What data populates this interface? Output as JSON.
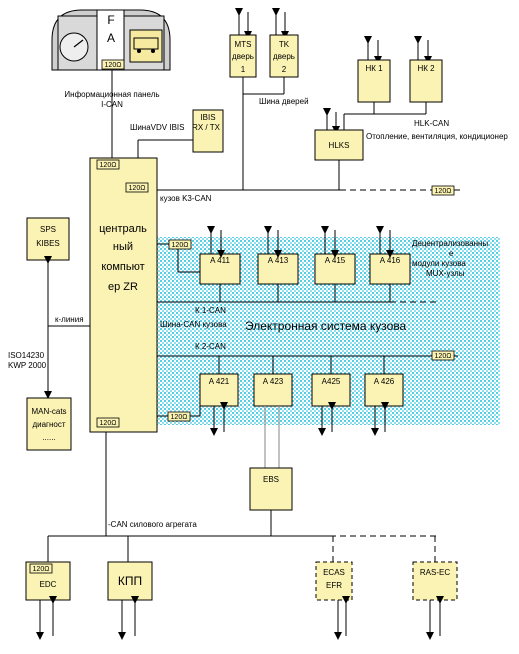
{
  "dashboard": {
    "letters": [
      "F",
      "A"
    ],
    "resistor": "120Ω",
    "label_line1": "Информационная панель",
    "label_line2": "I-CAN"
  },
  "top_units": {
    "mts": {
      "line1": "MTS",
      "line2": "дверь",
      "line3": "1"
    },
    "tk": {
      "line1": "TK",
      "line2": "дверь",
      "line3": "2"
    },
    "door_bus": "Шина дверей",
    "nk1": "НК 1",
    "nk2": "НК 2",
    "hlk_can": "HLK-CAN",
    "hlks": "HLKS",
    "heating": "Отопление, вентиляция, кондиционер"
  },
  "ibis": {
    "line1": "IBIS",
    "line2": "RX / TX",
    "bus_label": "ШинаVDV IBIS"
  },
  "central": {
    "line1": "централь",
    "line2": "ный",
    "line3": "компьют",
    "line4": "ер ZR",
    "resistor": "120Ω"
  },
  "k3_can": "кузов K3-CAN",
  "sps": {
    "line1": "SPS",
    "line2": "KIBES"
  },
  "k_line": "к-линия",
  "iso": {
    "line1": "ISO14230",
    "line2": "KWP 2000"
  },
  "man_cats": {
    "line1": "MAN-cats",
    "line2": "диагност",
    "line3": "......"
  },
  "decentral": {
    "line1": "Децентрализованны",
    "line2": "е",
    "line3": "модули кузова",
    "line4": "MUX-узлы"
  },
  "modules_top": [
    "A 411",
    "A 413",
    "A 415",
    "A 416"
  ],
  "modules_bottom": [
    "A 421",
    "A 423",
    "A425",
    "A 426"
  ],
  "k1_can": "К 1-CAN",
  "body_can_bus": "Шина-CAN кузова",
  "body_system": "Электронная система кузова",
  "k2_can": "К 2-CAN",
  "ebs": "EBS",
  "power_can": "-CAN силового агрегата",
  "edc": {
    "label": "EDC",
    "resistor": "120Ω"
  },
  "kpp": "КПП",
  "ecas": {
    "line1": "ECAS",
    "line2": "EFR"
  },
  "ras": "RAS-EC",
  "resistor_label": "120Ω"
}
